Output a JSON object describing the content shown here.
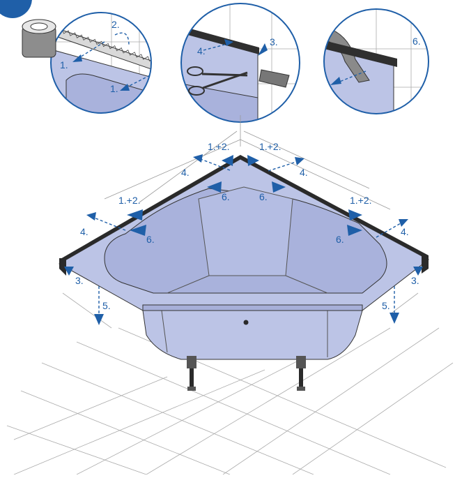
{
  "step_badge": "",
  "detail_1": {
    "labels": [
      "2.",
      "1.",
      "1."
    ]
  },
  "detail_2": {
    "labels": [
      "3.",
      "4."
    ]
  },
  "detail_3": {
    "labels": [
      "6."
    ]
  },
  "main_labels": {
    "top_left_12": "1.+2.",
    "top_right_12": "1.+2.",
    "left_12": "1.+2.",
    "right_12": "1.+2.",
    "top_left_4": "4.",
    "top_right_4": "4.",
    "left_4": "4.",
    "right_4": "4.",
    "top_left_6": "6.",
    "top_right_6": "6.",
    "left_6": "6.",
    "right_6": "6.",
    "left_3": "3.",
    "right_3": "3.",
    "left_5": "5.",
    "right_5": "5."
  },
  "colors": {
    "accent": "#1f5fa8",
    "tub": "#bcc4e6",
    "badge": "#1f5fa8"
  }
}
